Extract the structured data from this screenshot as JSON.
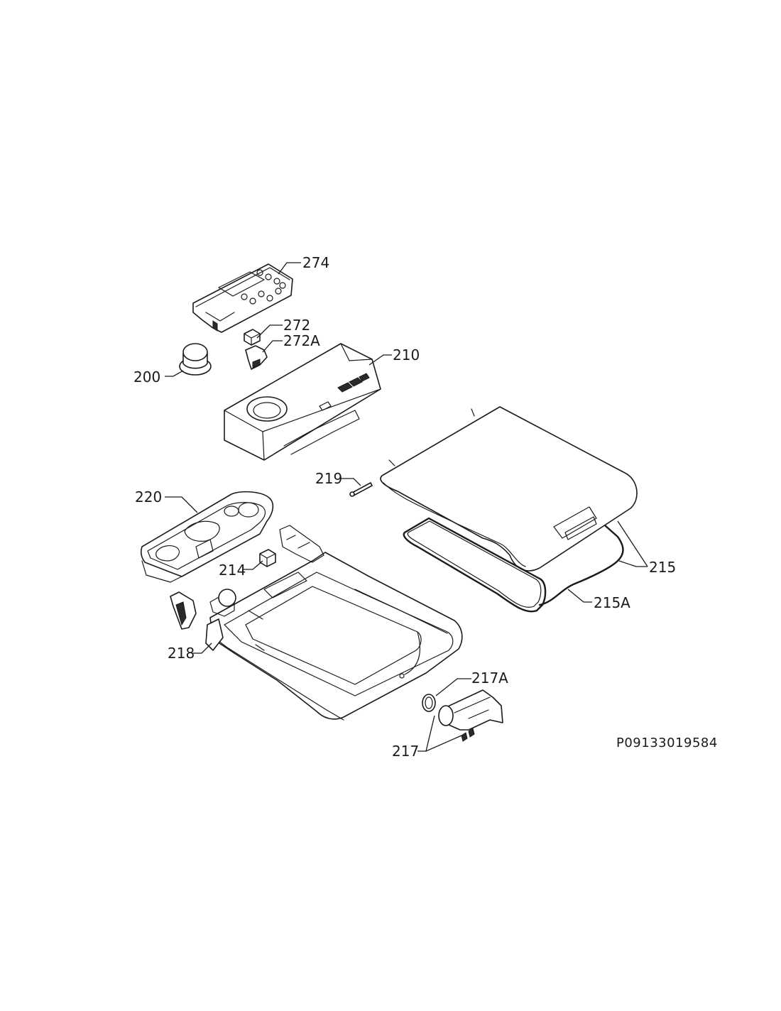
{
  "labels": {
    "l274": "274",
    "l272": "272",
    "l272A": "272A",
    "l210": "210",
    "l200": "200",
    "l219": "219",
    "l220": "220",
    "l214": "214",
    "l215": "215",
    "l215A": "215A",
    "l218": "218",
    "l217A": "217A",
    "l217": "217"
  },
  "document_id": "P09133019584",
  "colors": {
    "line": "#1a1a1a",
    "background": "#ffffff"
  }
}
